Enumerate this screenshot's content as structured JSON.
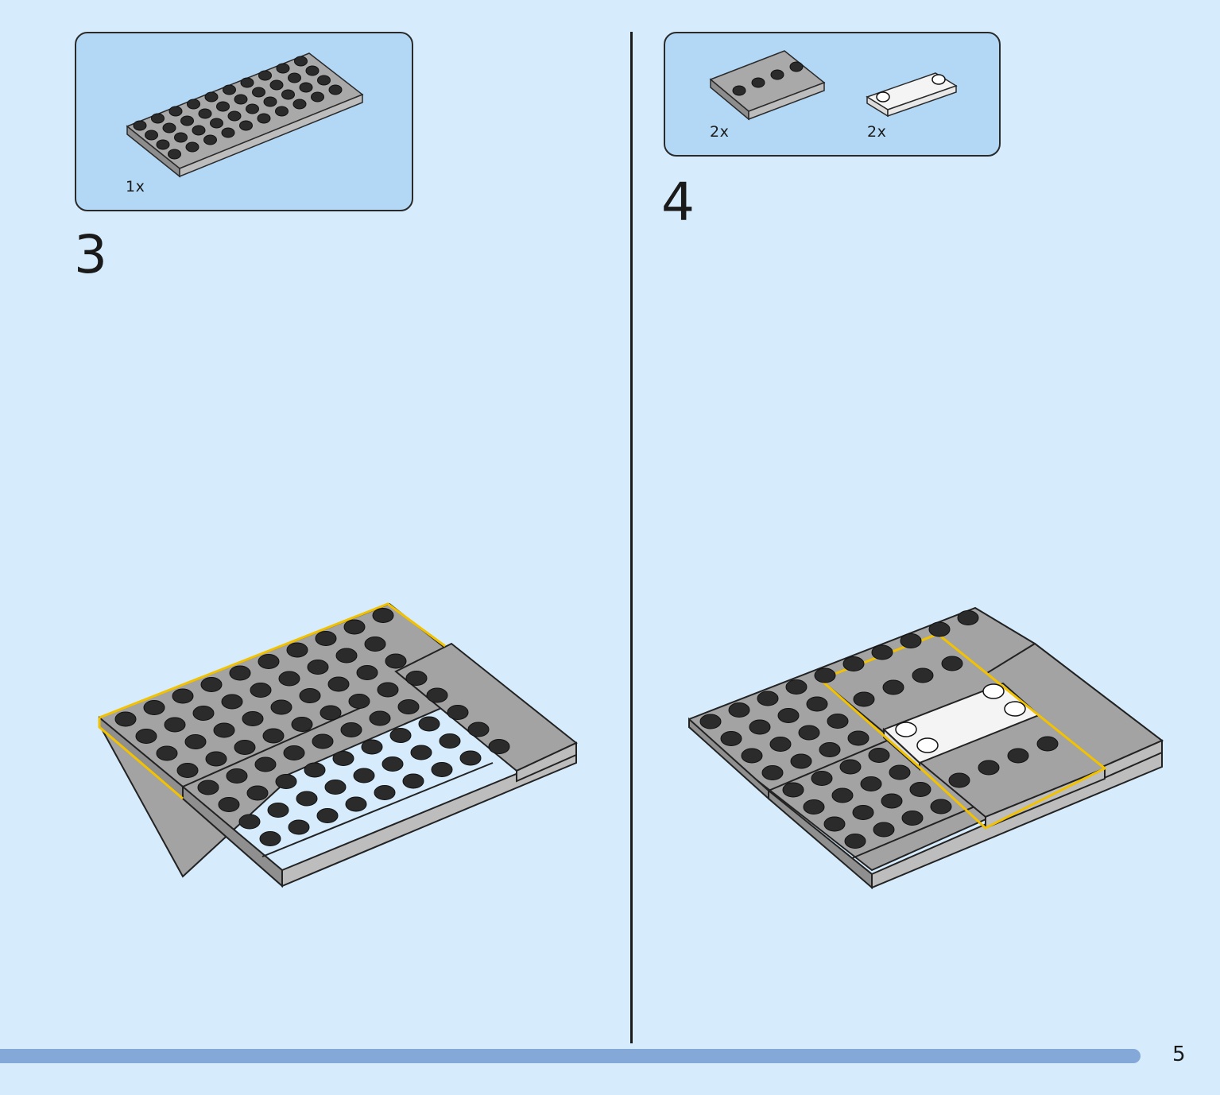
{
  "steps": [
    {
      "number": "3",
      "parts": [
        {
          "quantity": "1x",
          "part": "gray-plate-4x10"
        }
      ]
    },
    {
      "number": "4",
      "parts": [
        {
          "quantity": "2x",
          "part": "gray-tile-2x4"
        },
        {
          "quantity": "2x",
          "part": "white-plate-1x4-2-studs"
        }
      ]
    }
  ],
  "colors": {
    "background": "#d6ecfc",
    "parts_box": "#b3d8f6",
    "plate_gray": "#a3a3a3",
    "stud_black": "#2b2b2b",
    "highlight_yellow": "#f2c200",
    "white_part": "#f4f4f4",
    "progress": "#84a8d8"
  },
  "progress": {
    "fraction": 1.0
  },
  "page": {
    "number": "5"
  }
}
